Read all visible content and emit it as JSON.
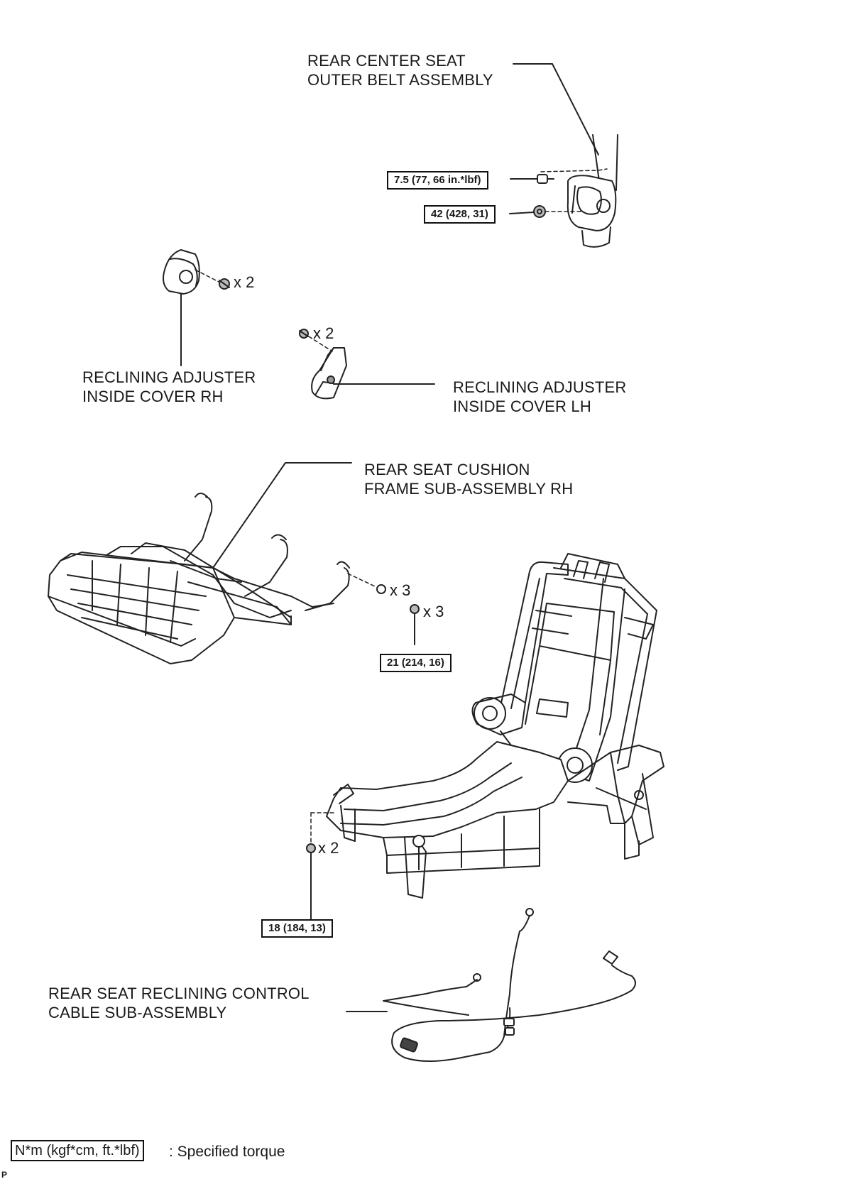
{
  "labels": {
    "rear_center_belt": "REAR CENTER SEAT\nOUTER BELT ASSEMBLY",
    "adjuster_rh": "RECLINING ADJUSTER\nINSIDE COVER RH",
    "adjuster_lh": "RECLINING ADJUSTER\nINSIDE COVER LH",
    "cushion_frame": "REAR SEAT CUSHION\nFRAME SUB-ASSEMBLY RH",
    "control_cable": "REAR SEAT RECLINING CONTROL\nCABLE SUB-ASSEMBLY"
  },
  "torques": {
    "belt_bolt": "7.5 (77, 66 in.*lbf)",
    "belt_nut": "42 (428, 31)",
    "cushion_bolt": "21 (214, 16)",
    "frame_bolt": "18 (184, 13)"
  },
  "quantities": {
    "rh_cover_screws": "x 2",
    "lh_cover_screws": "x 2",
    "cushion_nuts": "x 3",
    "cushion_bolts": "x 3",
    "frame_bolts": "x 2"
  },
  "legend": {
    "box": "N*m (kgf*cm, ft.*lbf)",
    "text": ": Specified torque"
  },
  "footer_code": "P"
}
